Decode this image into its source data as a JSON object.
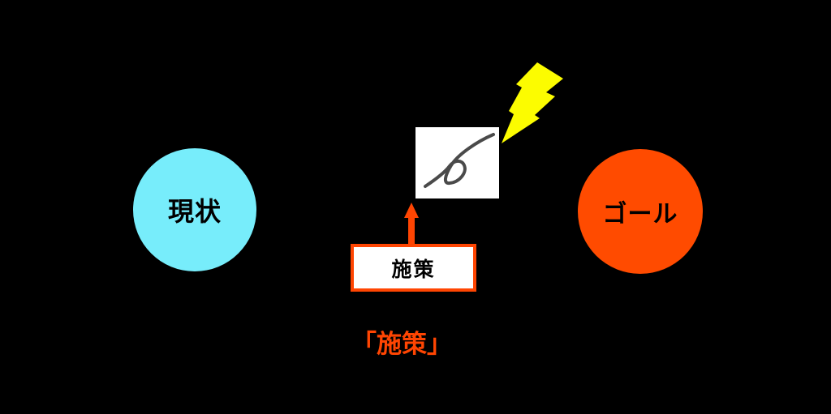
{
  "colors": {
    "background": "#000000",
    "current_fill": "#77EDFB",
    "goal_fill": "#FF4B00",
    "accent": "#FF4502",
    "lightning_yellow": "#FCFC00",
    "scribble_gray": "#4A4A4A",
    "box_fill": "#FFFFFF",
    "label_text": "#000000"
  },
  "nodes": {
    "current": {
      "label": "現状"
    },
    "goal": {
      "label": "ゴール"
    }
  },
  "measure": {
    "label": "施策"
  },
  "caption": {
    "text": "「施策」"
  },
  "icons": {
    "lightning": "lightning-bolt",
    "scribble": "scribble-stroke",
    "arrow": "up-arrow"
  }
}
